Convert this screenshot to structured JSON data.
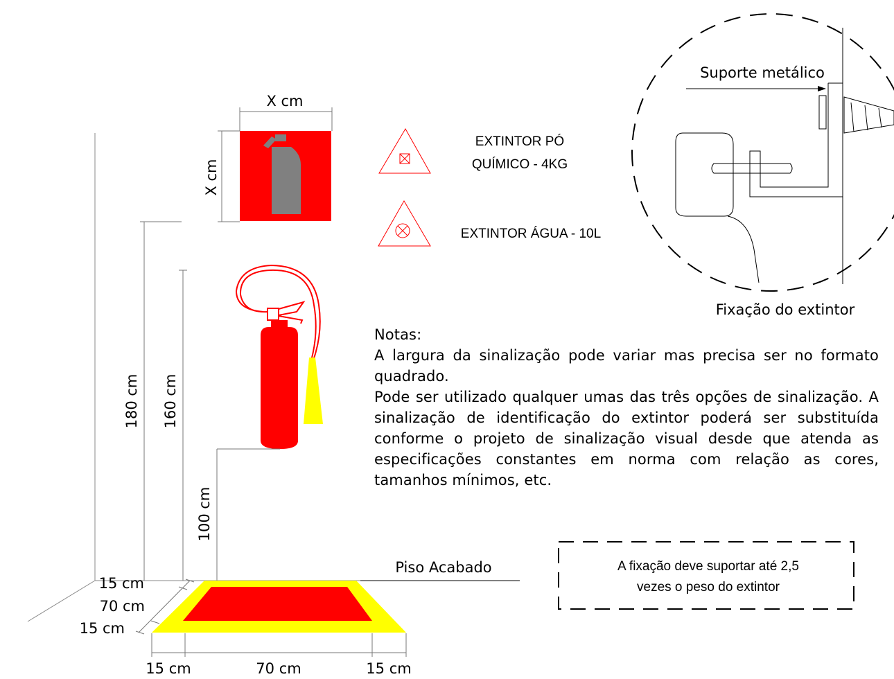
{
  "sign": {
    "width_label": "X cm",
    "height_label": "X cm"
  },
  "legend": {
    "dry_chemical": {
      "line1": "EXTINTOR PÓ",
      "line2": "QUÍMICO - 4KG"
    },
    "water": {
      "label": "EXTINTOR ÁGUA - 10L"
    }
  },
  "detail": {
    "bracket_label": "Suporte metálico",
    "caption": "Fixação do extintor"
  },
  "dimensions": {
    "h180": "180 cm",
    "h160": "160 cm",
    "h100": "100 cm",
    "floor_label": "Piso Acabado",
    "depth_border_top": "15 cm",
    "depth_center": "70 cm",
    "depth_border_bottom": "15 cm",
    "width_left": "15 cm",
    "width_center": "70 cm",
    "width_right": "15 cm"
  },
  "notes": {
    "title": "Notas:",
    "paragraph1": "A largura da sinalização pode variar mas precisa ser no formato quadrado.",
    "paragraph2": "Pode ser utilizado qualquer umas das três opções de sinalização. A sinalização de identificação do extintor poderá ser substituída conforme o projeto de sinalização visual desde que atenda as especificações constantes em norma com relação as cores, tamanhos mínimos, etc."
  },
  "callout": {
    "line1": "A fixação deve suportar até 2,5",
    "line2": "vezes o peso do extintor"
  },
  "colors": {
    "red": "#ff0000",
    "yellow": "#ffff00",
    "gray": "#808080"
  }
}
